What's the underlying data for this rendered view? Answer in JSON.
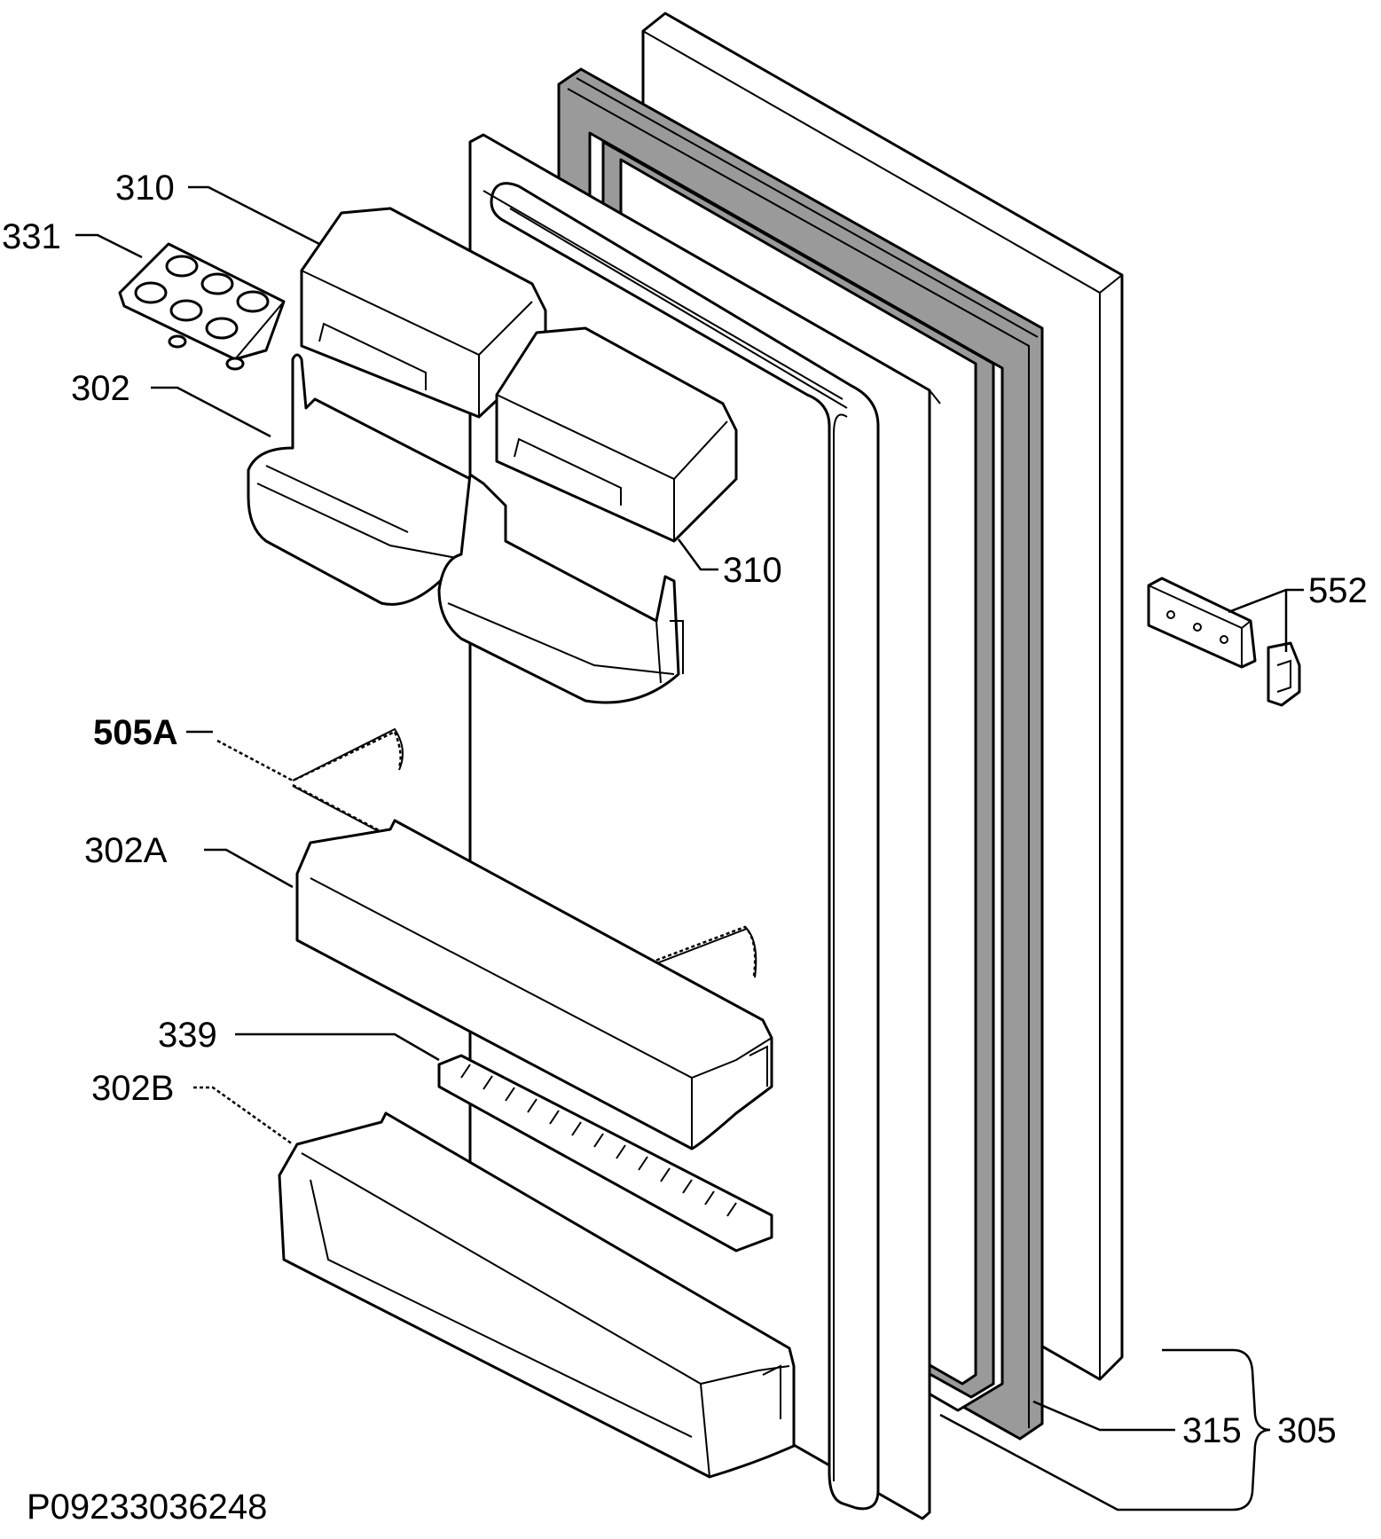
{
  "labels": {
    "l310a": "310",
    "l331": "331",
    "l302": "302",
    "l310b": "310",
    "l552": "552",
    "l505a": "505A",
    "l302a": "302A",
    "l339": "339",
    "l302b": "302B",
    "l315": "315",
    "l305": "305",
    "code": "P09233036248"
  }
}
